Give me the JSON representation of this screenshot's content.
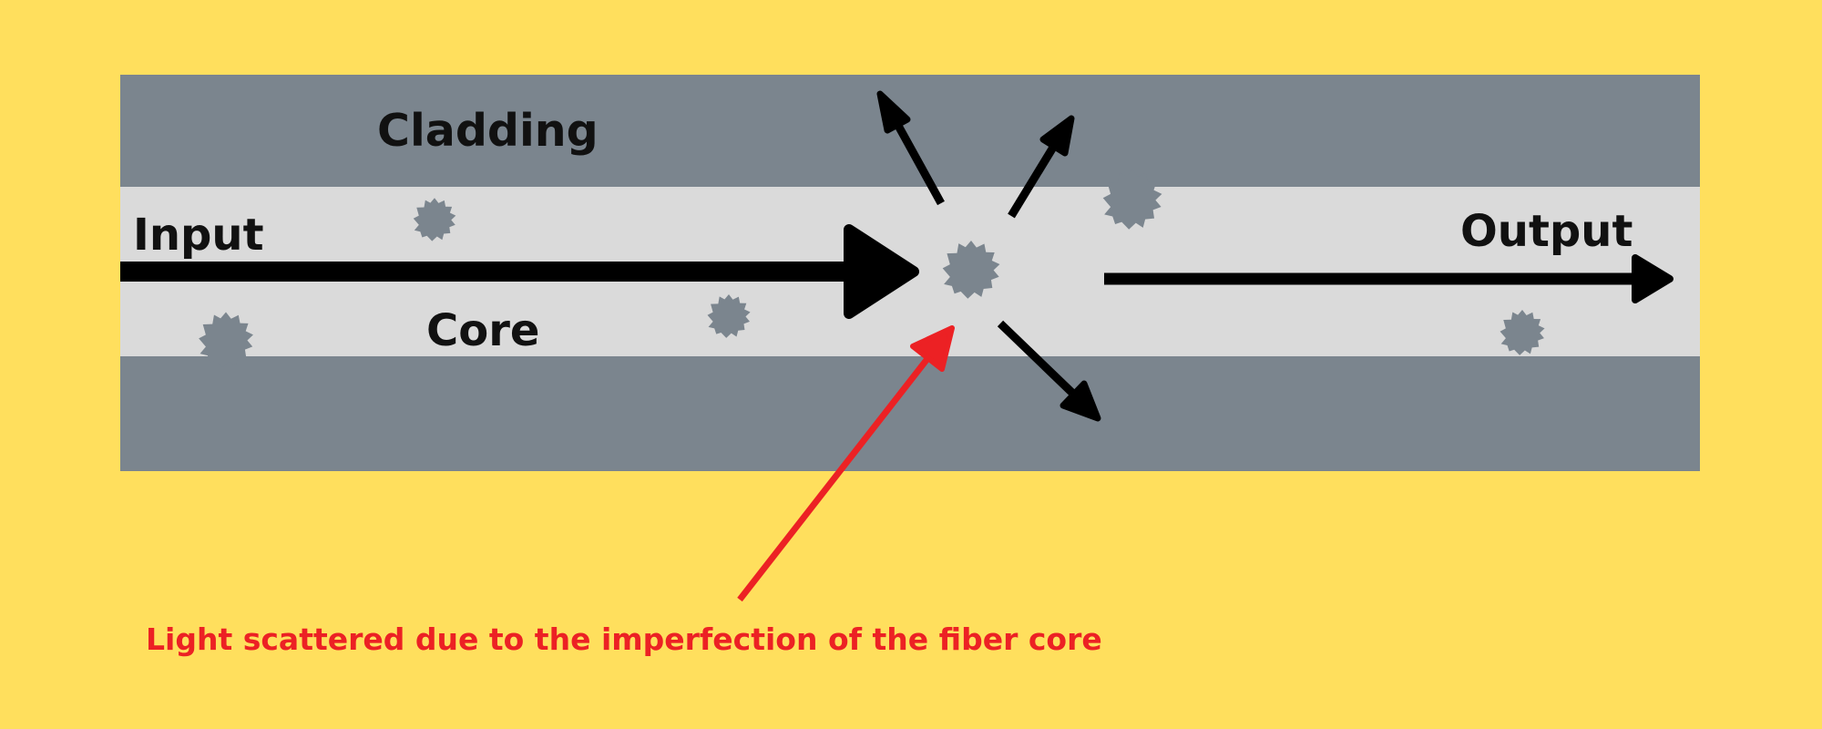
{
  "labels": {
    "cladding": "Cladding",
    "input": "Input",
    "core": "Core",
    "output": "Output",
    "annotation": "Light scattered due to the imperfection of the fiber core"
  },
  "colors": {
    "background": "#ffdf5d",
    "cladding": "#7b858e",
    "core": "#dadada",
    "impurity": "#7b858e",
    "light_arrow": "#000000",
    "annotation": "#ec2124"
  },
  "icons": {
    "impurity": "starburst-icon",
    "light_path": "arrow-icon"
  }
}
